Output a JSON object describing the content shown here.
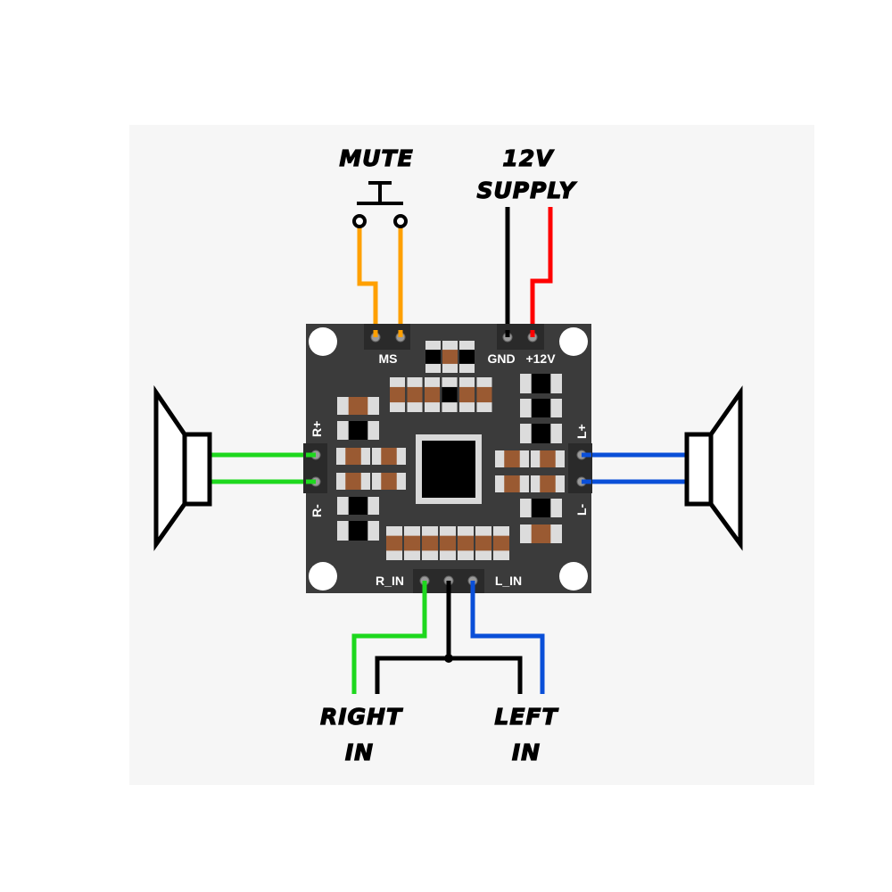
{
  "labels": {
    "mute": "MUTE",
    "supply_line1": "12V",
    "supply_line2": "SUPPLY",
    "right_in_line1": "RIGHT",
    "right_in_line2": "IN",
    "left_in_line1": "LEFT",
    "left_in_line2": "IN"
  },
  "board": {
    "ms": "MS",
    "gnd": "GND",
    "v12": "+12V",
    "r_plus": "R+",
    "r_minus": "R-",
    "l_plus": "L+",
    "l_minus": "L-",
    "r_in": "R_IN",
    "l_in": "L_IN"
  },
  "colors": {
    "board": "#3b3b3b",
    "mute_wire": "#ffa000",
    "gnd_wire": "#000000",
    "v12_wire": "#ff0000",
    "right_wire": "#1ed81e",
    "left_wire": "#0a4fd8",
    "resistor": "#9a5a32"
  }
}
